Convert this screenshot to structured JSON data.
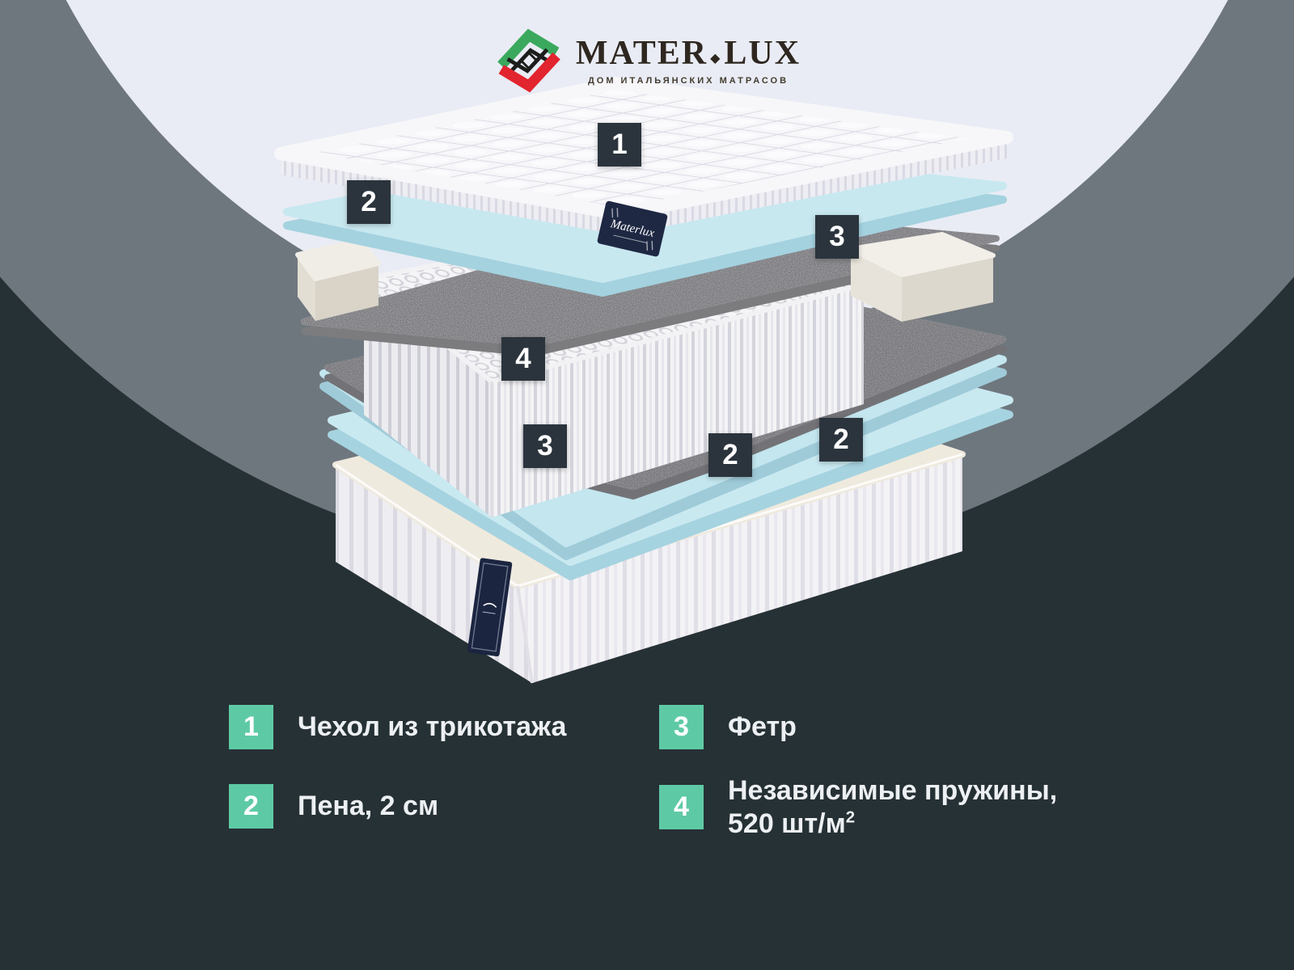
{
  "brand": {
    "name_left": "MATER",
    "separator": "◆",
    "name_right": "LUX",
    "tagline": "ДОМ ИТАЛЬЯНСКИХ МАТРАСОВ"
  },
  "diagram": {
    "badges": [
      {
        "num": "1"
      },
      {
        "num": "2"
      },
      {
        "num": "3"
      },
      {
        "num": "4"
      },
      {
        "num": "3"
      },
      {
        "num": "2"
      },
      {
        "num": "2"
      }
    ],
    "cover_tag_text": "Materlux"
  },
  "legend": [
    {
      "num": "1",
      "label": "Чехол из трикотажа"
    },
    {
      "num": "2",
      "label": "Пена, 2 см"
    },
    {
      "num": "3",
      "label": "Фетр"
    },
    {
      "num": "4",
      "label": "Независимые пружины,",
      "label2": "520 шт/м",
      "sup": "2"
    }
  ],
  "colors": {
    "background_dark": "#263135",
    "circle_gray": "#6f777e",
    "circle_light": "#e9ecf4",
    "accent_green": "#5ecaa5",
    "badge_dark": "#2b343c",
    "foam_blue": "#c8e8f0",
    "felt_gray": "#a8a8ab",
    "tag_navy": "#1e2843",
    "logo_green": "#3aa95d",
    "logo_red": "#e2242e",
    "logo_text": "#2e2720"
  }
}
